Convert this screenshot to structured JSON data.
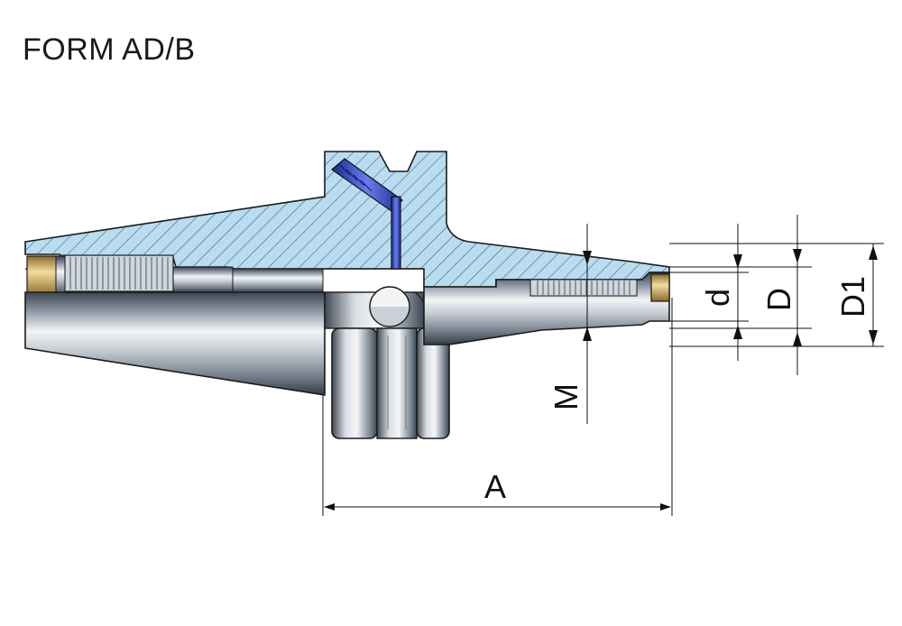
{
  "title": "FORM AD/B",
  "dimensions": {
    "A": "A",
    "M": "M",
    "d": "d",
    "D": "D",
    "D1": "D1"
  },
  "colors": {
    "section_fill": "#b9dcef",
    "hatch": "#2b5d8a",
    "outline": "#1a1a1a",
    "steel_light": "#e6eaee",
    "steel_dark": "#4c5560",
    "screw_blue": "#2f3fb5",
    "brass": "#d8b86a"
  }
}
